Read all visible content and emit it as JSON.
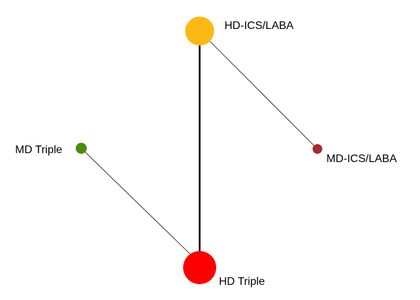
{
  "network": {
    "nodes": [
      {
        "id": "hd_ics_laba",
        "label": "HD-ICS/LABA",
        "color": "#FDB913"
      },
      {
        "id": "md_triple",
        "label": "MD Triple",
        "color": "#4C8C0A"
      },
      {
        "id": "md_ics_laba",
        "label": "MD-ICS/LABA",
        "color": "#A52A2A"
      },
      {
        "id": "hd_triple",
        "label": "HD Triple",
        "color": "#FF0000"
      }
    ],
    "edges": [
      {
        "from": "hd_ics_laba",
        "to": "hd_triple"
      },
      {
        "from": "hd_ics_laba",
        "to": "md_ics_laba"
      },
      {
        "from": "md_triple",
        "to": "hd_triple"
      }
    ]
  }
}
